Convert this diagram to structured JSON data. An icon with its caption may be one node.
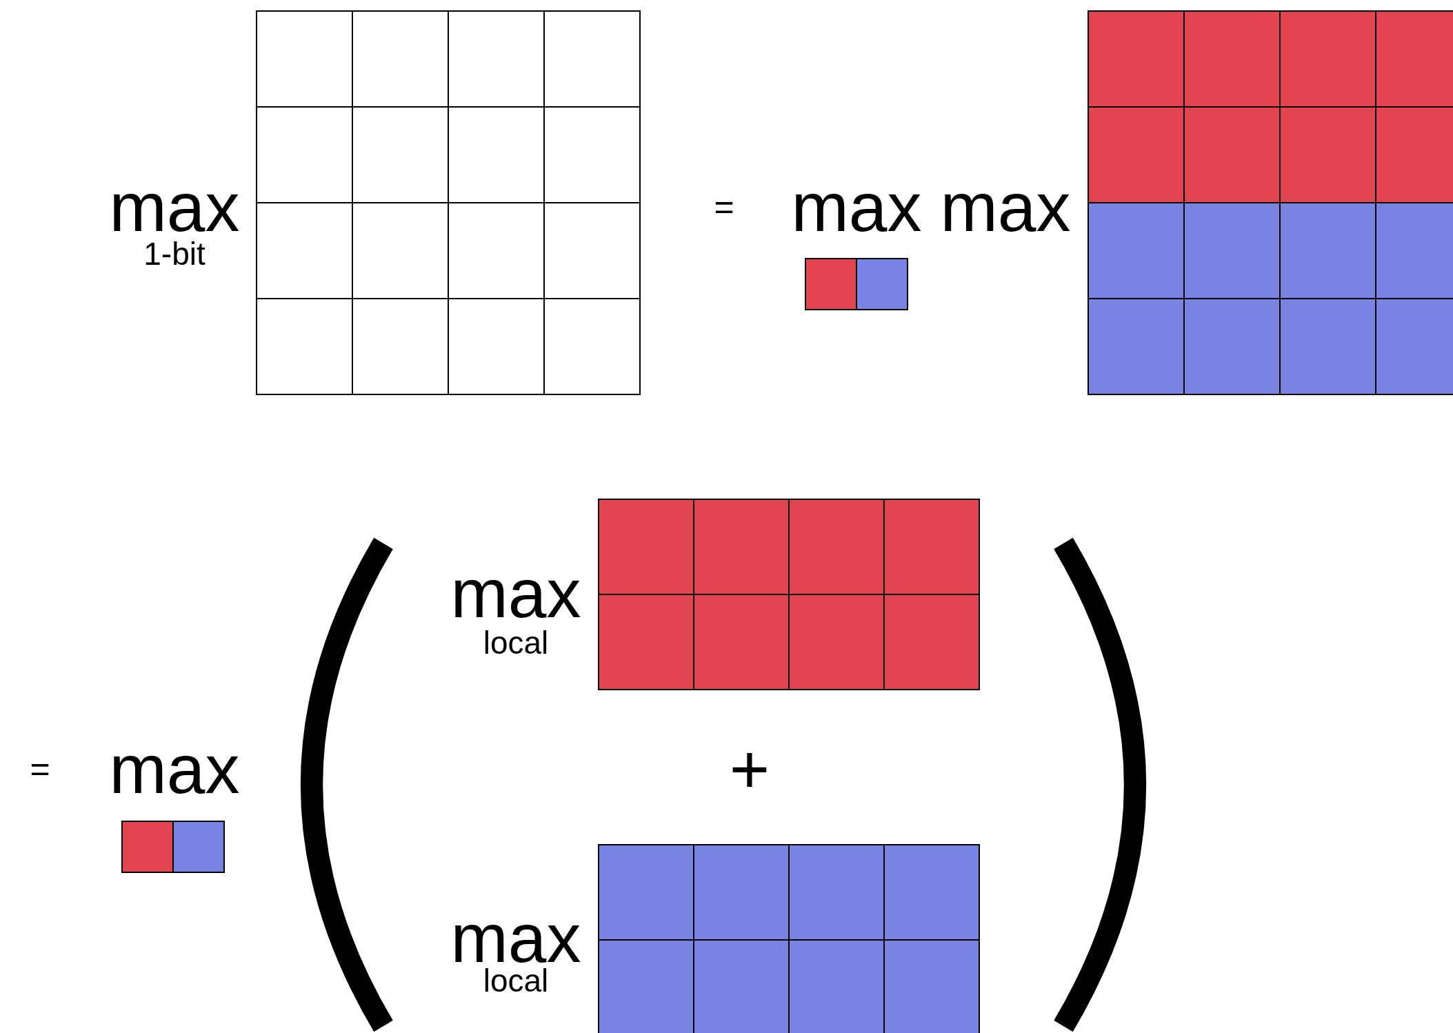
{
  "diagram": {
    "labels": [
      "max",
      "1-bit",
      "=",
      "max",
      "max",
      "max",
      "local",
      "=",
      "max",
      "+",
      "max",
      "local"
    ]
  }
}
